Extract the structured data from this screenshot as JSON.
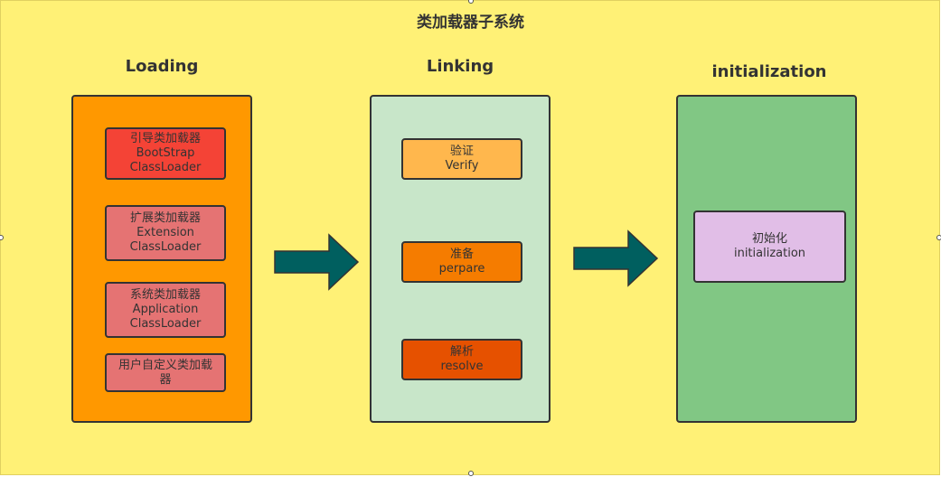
{
  "title": "类加载器子系统",
  "phases": {
    "loading": "Loading",
    "linking": "Linking",
    "initialization": "initialization"
  },
  "loading_items": [
    {
      "line1": "引导类加载器",
      "line2": "BootStrap",
      "line3": "ClassLoader"
    },
    {
      "line1": "扩展类加载器",
      "line2": "Extension",
      "line3": "ClassLoader"
    },
    {
      "line1": "系统类加载器",
      "line2": "Application",
      "line3": "ClassLoader"
    },
    {
      "line1": "用户自定义类加载",
      "line2": "器"
    }
  ],
  "linking_items": [
    {
      "cn": "验证",
      "en": "Verify"
    },
    {
      "cn": "准备",
      "en": "perpare"
    },
    {
      "cn": "解析",
      "en": "resolve"
    }
  ],
  "init_item": {
    "cn": "初始化",
    "en": "initialization"
  },
  "colors": {
    "background": "#fff176",
    "loading_column": "#ff9800",
    "linking_column": "#c8e6c9",
    "init_column": "#81c784",
    "bootstrap": "#f44336",
    "other_loaders": "#e57373",
    "verify": "#ffb74d",
    "prepare": "#f57c00",
    "resolve": "#e65100",
    "init_box": "#e1bee7",
    "arrow": "#005f5f"
  }
}
